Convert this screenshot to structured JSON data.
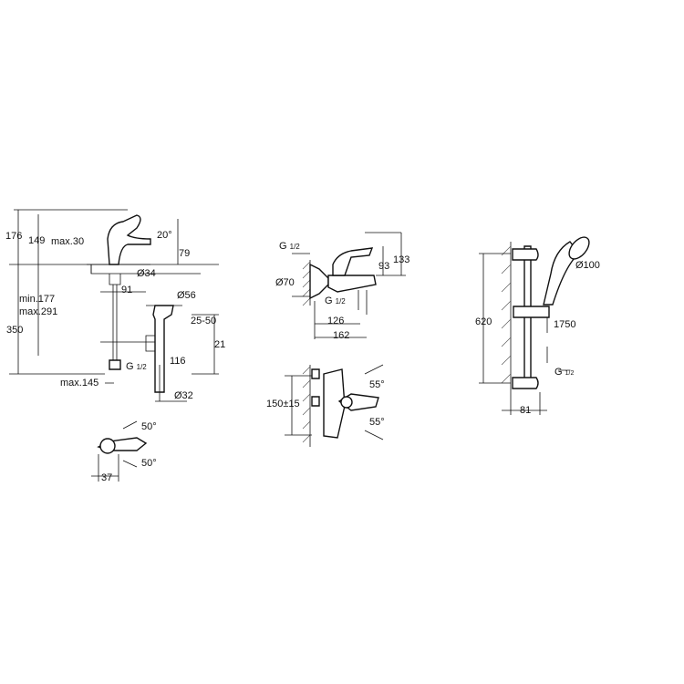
{
  "basin_mixer": {
    "dims": [
      "176",
      "149",
      "max.30",
      "20°",
      "79",
      "Ø34",
      "91",
      "min.177",
      "max.291",
      "Ø56",
      "25-50",
      "350",
      "21",
      "116",
      "max.145",
      "Ø32"
    ],
    "thread": {
      "g": "G",
      "frac": "1/2"
    },
    "lever_view": [
      "50°",
      "50°",
      "37"
    ]
  },
  "bath_mixer": {
    "dims": [
      "133",
      "93",
      "Ø70",
      "126",
      "162"
    ],
    "thread_top": {
      "g": "G",
      "frac": "1/2"
    },
    "thread_spout": {
      "g": "G",
      "frac": "1/2"
    },
    "front_view": [
      "55°",
      "150±15",
      "55°"
    ]
  },
  "shower_set": {
    "dims": [
      "Ø100",
      "620",
      "1750",
      "81"
    ],
    "thread": {
      "g": "G",
      "frac": "1/2"
    }
  }
}
